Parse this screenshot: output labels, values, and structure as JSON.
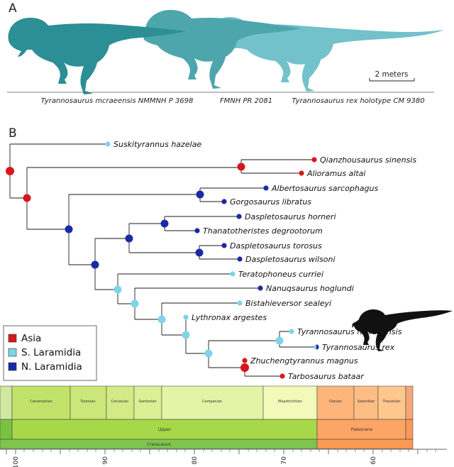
{
  "panel_a": {
    "label": "A",
    "scale_bar_label": "2 meters",
    "specimens": [
      "Tyrannosaurus mcraeensis NMMNH P 3698",
      "FMNH PR 2081",
      "Tyrannosaurus rex holotype CM 9380"
    ]
  },
  "panel_b": {
    "label": "B",
    "legend": [
      {
        "label": "Asia",
        "color": "#d8171c"
      },
      {
        "label": "S. Laramidia",
        "color": "#7fd3ea"
      },
      {
        "label": "N. Laramidia",
        "color": "#1a2aa6"
      }
    ],
    "taxa": [
      "Suskityrannus hazelae",
      "Qianzhousaurus sinensis",
      "Alioramus altai",
      "Albertosaurus sarcophagus",
      "Gorgosaurus libratus",
      "Daspletosaurus horneri",
      "Thanatotheristes degrootorum",
      "Daspletosaurus torosus",
      "Daspletosaurus wilsoni",
      "Teratophoneus curriei",
      "Nanuqsaurus hoglundi",
      "Bistahieversor sealeyi",
      "Lythronax argestes",
      "Tyrannosaurus mcraeensis",
      "Tyrannosaurus rex",
      "Zhuchengtyrannus magnus",
      "Tarbosaurus bataar"
    ],
    "timescale": {
      "stages": [
        "Cenomanian",
        "Turonian",
        "Coniacian",
        "Santonian",
        "Campanian",
        "Maastrichtian",
        "Danian",
        "Selandian",
        "Thanetian"
      ],
      "epochs": [
        "Upper",
        "Paleocene"
      ],
      "periods": [
        "Cretaceous"
      ],
      "axis_ticks": [
        "100",
        "90",
        "80",
        "70",
        "60"
      ]
    }
  }
}
